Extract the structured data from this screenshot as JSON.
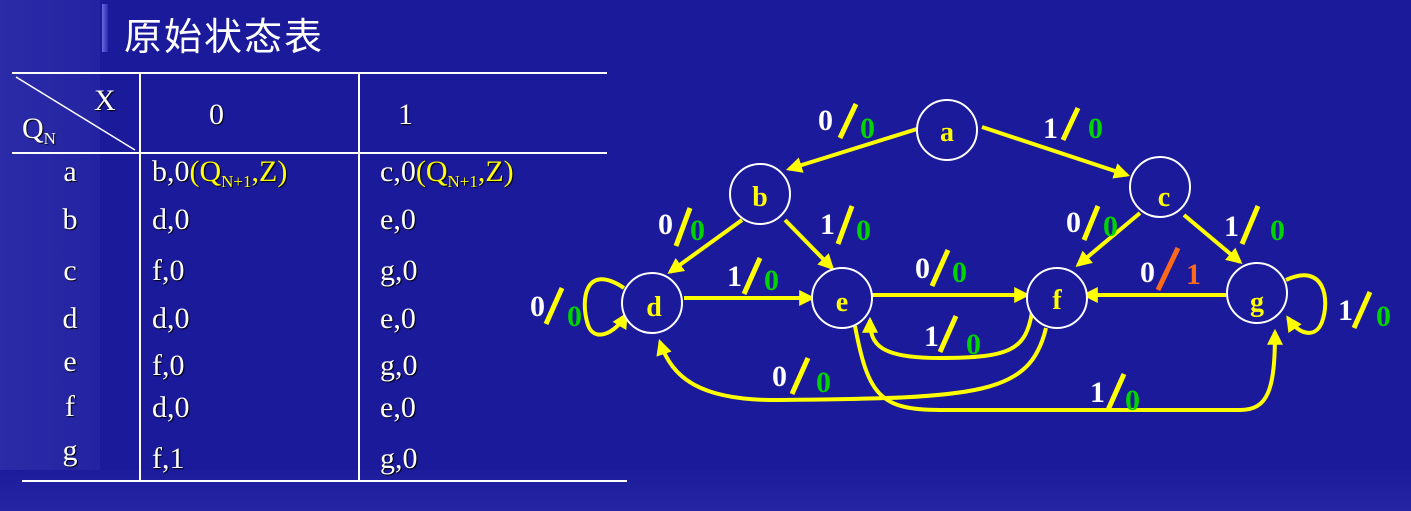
{
  "title": "原始状态表",
  "table": {
    "corner": {
      "x": "X",
      "q_main": "Q",
      "q_sub": "N"
    },
    "col_headers": [
      "0",
      "1"
    ],
    "next_state_note": {
      "q_main": "(Q",
      "q_sub": "N+1",
      "tail": ",Z)"
    },
    "rows": [
      {
        "state": "a",
        "x0": "b,0",
        "x1": "c,0"
      },
      {
        "state": "b",
        "x0": "d,0",
        "x1": "e,0"
      },
      {
        "state": "c",
        "x0": "f,0",
        "x1": "g,0"
      },
      {
        "state": "d",
        "x0": "d,0",
        "x1": "e,0"
      },
      {
        "state": "e",
        "x0": "f,0",
        "x1": "g,0"
      },
      {
        "state": "f",
        "x0": "d,0",
        "x1": "e,0"
      },
      {
        "state": "g",
        "x0": "f,1",
        "x1": "g,0"
      }
    ]
  },
  "diagram": {
    "nodes": [
      "a",
      "b",
      "c",
      "d",
      "e",
      "f",
      "g"
    ],
    "transitions": [
      {
        "from": "a",
        "to": "b",
        "input": "0",
        "output": "0"
      },
      {
        "from": "a",
        "to": "c",
        "input": "1",
        "output": "0"
      },
      {
        "from": "b",
        "to": "d",
        "input": "0",
        "output": "0"
      },
      {
        "from": "b",
        "to": "e",
        "input": "1",
        "output": "0"
      },
      {
        "from": "c",
        "to": "f",
        "input": "0",
        "output": "0"
      },
      {
        "from": "c",
        "to": "g",
        "input": "1",
        "output": "0"
      },
      {
        "from": "d",
        "to": "d",
        "input": "0",
        "output": "0"
      },
      {
        "from": "d",
        "to": "e",
        "input": "1",
        "output": "0"
      },
      {
        "from": "e",
        "to": "f",
        "input": "0",
        "output": "0"
      },
      {
        "from": "f",
        "to": "e",
        "input": "1",
        "output": "0"
      },
      {
        "from": "f",
        "to": "d",
        "input": "0",
        "output": "0"
      },
      {
        "from": "e",
        "to": "g",
        "input": "1",
        "output": "0"
      },
      {
        "from": "g",
        "to": "f",
        "input": "0",
        "output": "1"
      },
      {
        "from": "g",
        "to": "g",
        "input": "1",
        "output": "0"
      }
    ]
  },
  "colors": {
    "background": "#1a1a9a",
    "arrow": "#ffff00",
    "node_label": "#ffff00",
    "input_label": "#ffffff",
    "output_label": "#00d400",
    "output_label_high": "#ff6a1a"
  }
}
